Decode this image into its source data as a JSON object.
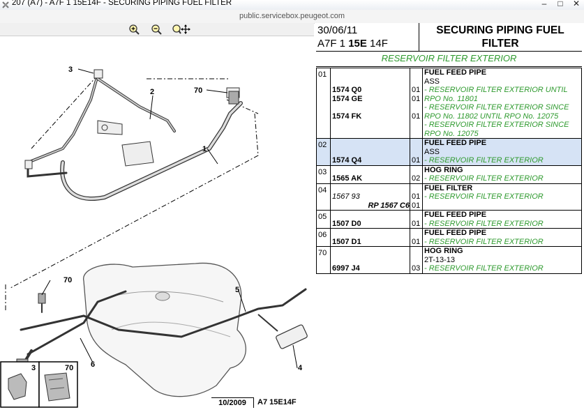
{
  "window": {
    "title": "207 (A7) - A7F 1 15E14F - SECURING PIPING FUEL FILTER",
    "minimize_glyph": "–",
    "maximize_glyph": "□",
    "close_glyph": "✕"
  },
  "browser": {
    "url": "public.servicebox.peugeot.com"
  },
  "toolbar": {
    "tools": [
      "zoom-in-icon",
      "zoom-out-icon",
      "zoom-pan-icon"
    ]
  },
  "diagram": {
    "callouts": [
      "1",
      "2",
      "3",
      "4",
      "5",
      "6",
      "70",
      "70",
      "70"
    ],
    "inset_labels": [
      "3",
      "70"
    ],
    "stamp_date": "10/2009",
    "stamp_code": "A7 15E14F"
  },
  "header": {
    "date": "30/06/11",
    "ref_prefix": "A7F 1 ",
    "ref_bold": "15E",
    "ref_suffix": " 14F",
    "title": "SECURING PIPING FUEL FILTER",
    "section": "RESERVOIR FILTER EXTERIOR"
  },
  "parts": [
    {
      "pos": "01",
      "refs": [
        "1574 Q0",
        "1574 GE",
        "1574 FK"
      ],
      "qtys": [
        "01",
        "01",
        "01"
      ],
      "name": "FUEL FEED PIPE",
      "sub": "ASS",
      "notes": [
        "- RESERVOIR FILTER EXTERIOR UNTIL RPO No. 11801",
        "- RESERVOIR FILTER EXTERIOR SINCE RPO No. 11802 UNTIL RPO No. 12075",
        "- RESERVOIR FILTER EXTERIOR SINCE RPO No. 12075"
      ]
    },
    {
      "pos": "02",
      "refs": [
        "1574 Q4"
      ],
      "qtys": [
        "01"
      ],
      "name": "FUEL FEED PIPE",
      "sub": "ASS",
      "notes": [
        "- RESERVOIR FILTER EXTERIOR"
      ]
    },
    {
      "pos": "03",
      "refs": [
        "1565 AK"
      ],
      "qtys": [
        "02"
      ],
      "name": "HOG RING",
      "notes": [
        "- RESERVOIR FILTER EXTERIOR"
      ]
    },
    {
      "pos": "04",
      "refs": [
        "1567 93",
        "RP 1567 C6"
      ],
      "qtys": [
        "01",
        "01"
      ],
      "name": "FUEL FILTER",
      "notes": [
        "- RESERVOIR FILTER EXTERIOR"
      ]
    },
    {
      "pos": "05",
      "refs": [
        "1507 D0"
      ],
      "qtys": [
        "01"
      ],
      "name": "FUEL FEED PIPE",
      "notes": [
        "- RESERVOIR FILTER EXTERIOR"
      ]
    },
    {
      "pos": "06",
      "refs": [
        "1507 D1"
      ],
      "qtys": [
        "01"
      ],
      "name": "FUEL FEED PIPE",
      "notes": [
        "- RESERVOIR FILTER EXTERIOR"
      ]
    },
    {
      "pos": "70",
      "refs": [
        "6997 J4"
      ],
      "qtys": [
        "03"
      ],
      "name": "HOG RING",
      "sub": "2T-13-13",
      "notes": [
        "- RESERVOIR FILTER EXTERIOR"
      ]
    }
  ],
  "colors": {
    "note_green": "#2e9a2e",
    "selected_row": "#d6e3f5"
  }
}
